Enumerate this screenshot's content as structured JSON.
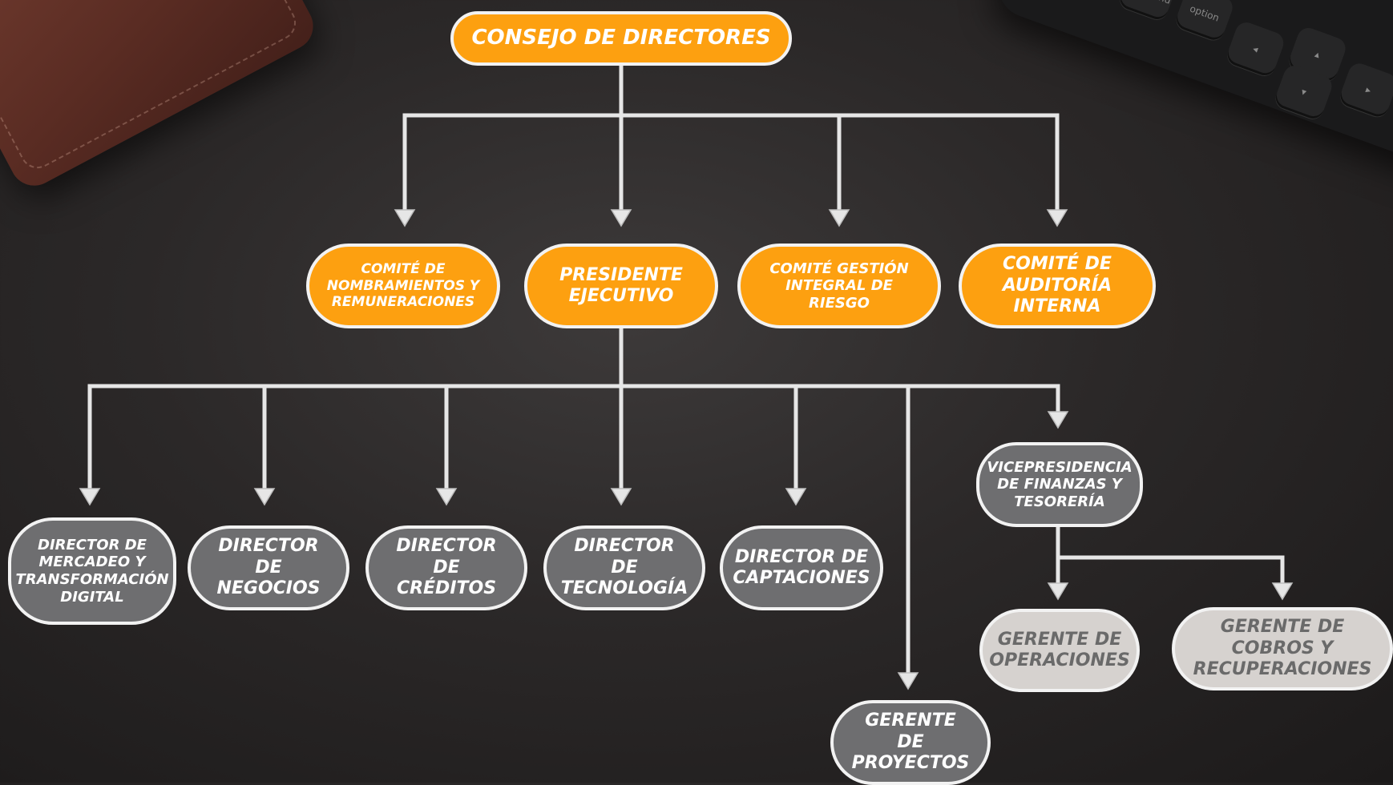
{
  "background": {
    "keyboard_keys": [
      "command",
      "option",
      "◂",
      "▴",
      "▾",
      "▸"
    ]
  },
  "colors": {
    "orange": "#fda010",
    "gray": "#6e6e70",
    "light": "#d6d2cf",
    "connector": "#e6e6e6"
  },
  "nodes": {
    "consejo": "CONSEJO DE DIRECTORES",
    "comite_nombramientos": "COMITÉ DE NOMBRAMIENTOS Y REMUNERACIONES",
    "presidente": "PRESIDENTE EJECUTIVO",
    "comite_riesgo": "COMITÉ GESTIÓN INTEGRAL DE RIESGO",
    "comite_auditoria": "COMITÉ DE AUDITORÍA INTERNA",
    "director_mercadeo": "DIRECTOR DE MERCADEO Y TRANSFORMACIÓN DIGITAL",
    "director_negocios": "DIRECTOR DE NEGOCIOS",
    "director_creditos": "DIRECTOR DE CRÉDITOS",
    "director_tecnologia": "DIRECTOR DE TECNOLOGÍA",
    "director_captaciones": "DIRECTOR DE CAPTACIONES",
    "gerente_proyectos": "GERENTE DE PROYECTOS",
    "vicepresidencia_finanzas": "VICEPRESIDENCIA DE FINANZAS Y TESORERÍA",
    "gerente_operaciones": "GERENTE DE OPERACIONES",
    "gerente_cobros": "GERENTE DE COBROS Y RECUPERACIONES"
  }
}
